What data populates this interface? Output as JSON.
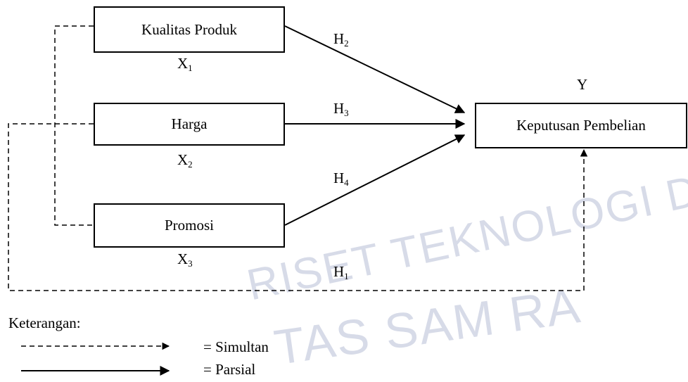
{
  "nodes": {
    "x1": {
      "label": "Kualitas Produk",
      "var_letter": "X",
      "var_index": "1"
    },
    "x2": {
      "label": "Harga",
      "var_letter": "X",
      "var_index": "2"
    },
    "x3": {
      "label": "Promosi",
      "var_letter": "X",
      "var_index": "3"
    },
    "y": {
      "label": "Keputusan Pembelian",
      "var_letter": "Y"
    }
  },
  "hypotheses": {
    "h1": {
      "letter": "H",
      "index": "1"
    },
    "h2": {
      "letter": "H",
      "index": "2"
    },
    "h3": {
      "letter": "H",
      "index": "3"
    },
    "h4": {
      "letter": "H",
      "index": "4"
    }
  },
  "legend": {
    "title": "Keterangan:",
    "simultan": "= Simultan",
    "parsial": "= Parsial"
  },
  "watermark": {
    "line1": "RISET TEKNOLOGI DAN PENDI",
    "line2": "TAS SAM RA"
  },
  "colors": {
    "line": "#000000",
    "watermark": "#d7dbe8"
  }
}
